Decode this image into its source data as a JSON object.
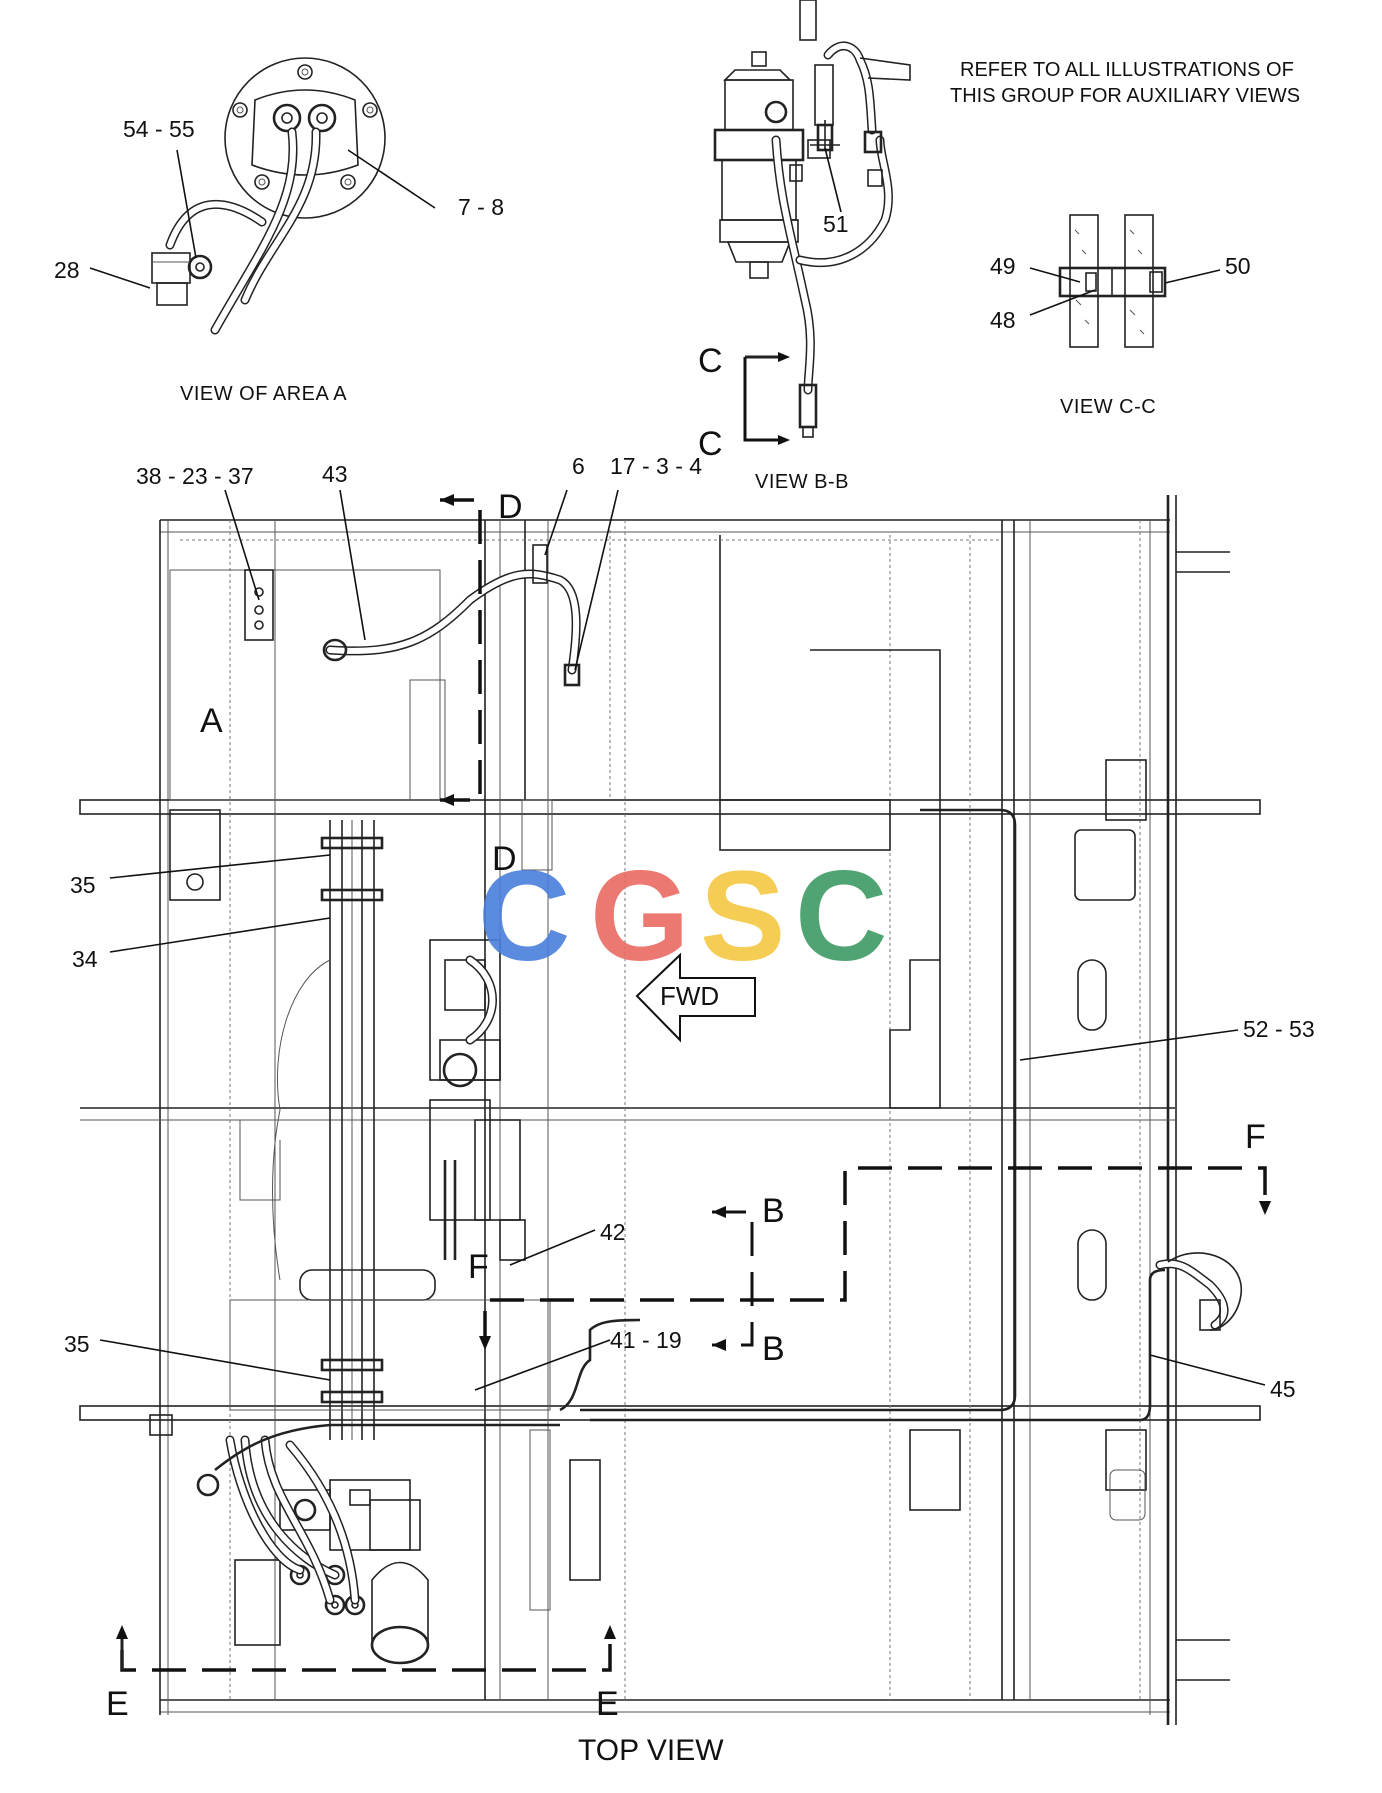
{
  "note": {
    "line1": "REFER TO ALL ILLUSTRATIONS OF",
    "line2": "THIS GROUP FOR AUXILIARY VIEWS"
  },
  "views": {
    "area_a": "VIEW OF AREA  A",
    "bb": "VIEW  B-B",
    "cc": "VIEW  C-C",
    "top": "TOP VIEW"
  },
  "watermark": {
    "letters": [
      "C",
      "G",
      "S",
      "C"
    ],
    "colors": [
      "#4a7fdc",
      "#ea6b62",
      "#f5c842",
      "#3e9a63"
    ]
  },
  "direction_arrow": "FWD",
  "section_markers": {
    "a": "A",
    "b_top": "B",
    "b_bottom": "B",
    "c_top": "C",
    "c_bottom": "C",
    "d_top": "D",
    "d_bottom": "D",
    "e_left": "E",
    "e_right": "E",
    "f_left": "F",
    "f_right": "F"
  },
  "callouts": {
    "c54_55": "54 - 55",
    "c7_8": "7 - 8",
    "c28": "28",
    "c51": "51",
    "c49": "49",
    "c48": "48",
    "c50": "50",
    "c38_23_37": "38 - 23 - 37",
    "c43": "43",
    "c6": "6",
    "c17_3_4": "17 - 3 - 4",
    "c35_top": "35",
    "c34": "34",
    "c52_53": "52 - 53",
    "c42": "42",
    "c41_19": "41 - 19",
    "c35_bottom": "35",
    "c45": "45"
  }
}
